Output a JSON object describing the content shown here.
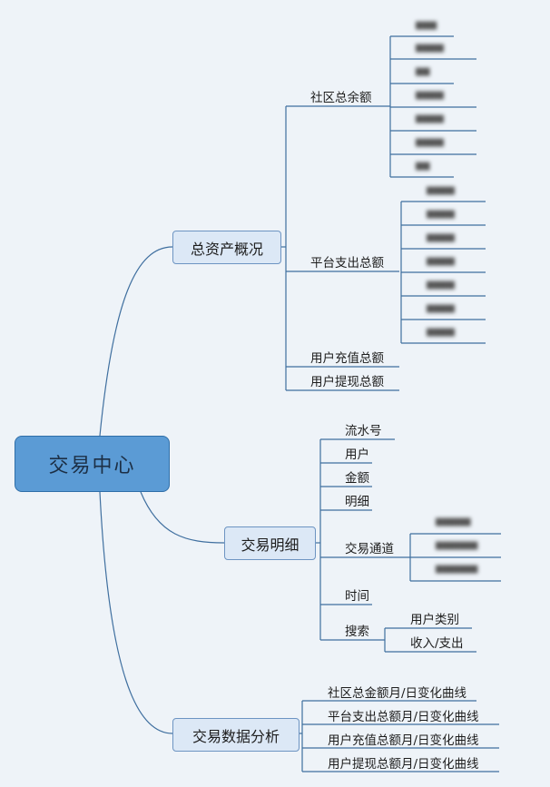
{
  "root": {
    "label": "交易中心"
  },
  "overview": {
    "label": "总资产概况",
    "community_balance": "社区总余额",
    "platform_spend": "平台支出总额",
    "recharge_total": "用户充值总额",
    "withdraw_total": "用户提现总额"
  },
  "details": {
    "label": "交易明细",
    "items": [
      "流水号",
      "用户",
      "金额",
      "明细"
    ],
    "channel": "交易通道",
    "time": "时间",
    "search": "搜索",
    "search_items": [
      "用户类别",
      "收入/支出"
    ]
  },
  "analysis": {
    "label": "交易数据分析",
    "items": [
      "社区总金额月/日变化曲线",
      "平台支出总额月/日变化曲线",
      "用户充值总额月/日变化曲线",
      "用户提现总额月/日变化曲线"
    ]
  }
}
